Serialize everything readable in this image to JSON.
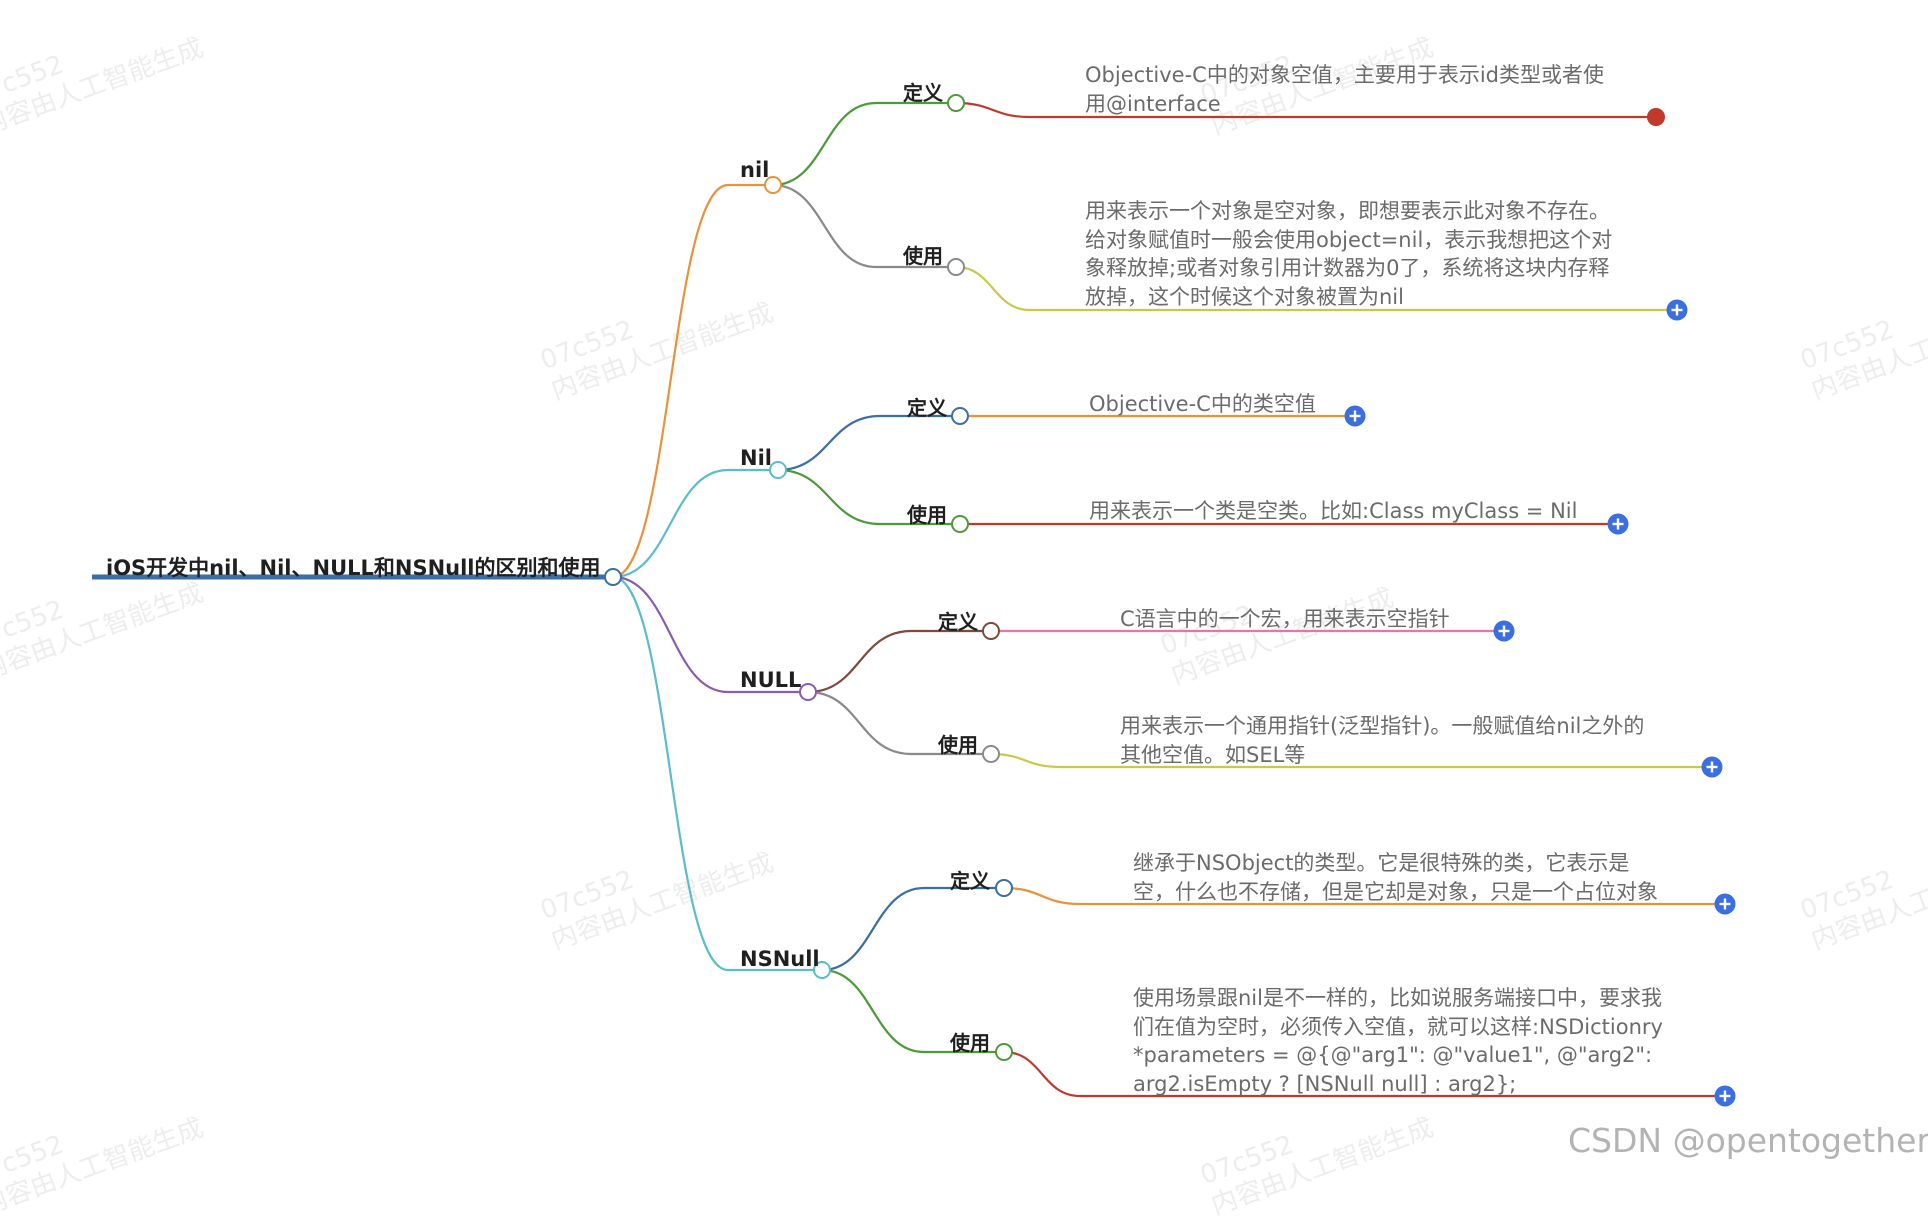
{
  "root": {
    "label": "iOS开发中nil、Nil、NULL和NSNull的区别和使用"
  },
  "branches": [
    {
      "label": "nil",
      "children": [
        {
          "label": "定义",
          "text": "Objective-C中的对象空值，主要用于表示id类型或者使\n用@interface",
          "end_marker": "dot"
        },
        {
          "label": "使用",
          "text": "用来表示一个对象是空对象，即想要表示此对象不存在。\n给对象赋值时一般会使用object=nil，表示我想把这个对\n象释放掉;或者对象引用计数器为0了，系统将这块内存释\n放掉，这个时候这个对象被置为nil",
          "end_marker": "plus"
        }
      ]
    },
    {
      "label": "Nil",
      "children": [
        {
          "label": "定义",
          "text": "Objective-C中的类空值",
          "end_marker": "plus"
        },
        {
          "label": "使用",
          "text": "用来表示一个类是空类。比如:Class myClass = Nil",
          "end_marker": "plus"
        }
      ]
    },
    {
      "label": "NULL",
      "children": [
        {
          "label": "定义",
          "text": "C语言中的一个宏，用来表示空指针",
          "end_marker": "plus"
        },
        {
          "label": "使用",
          "text": "用来表示一个通用指针(泛型指针)。一般赋值给nil之外的\n其他空值。如SEL等",
          "end_marker": "plus"
        }
      ]
    },
    {
      "label": "NSNull",
      "children": [
        {
          "label": "定义",
          "text": "继承于NSObject的类型。它是很特殊的类，它表示是\n空，什么也不存储，但是它却是对象，只是一个占位对象",
          "end_marker": "plus"
        },
        {
          "label": "使用",
          "text": "使用场景跟nil是不一样的，比如说服务端接口中，要求我\n们在值为空时，必须传入空值，就可以这样:NSDictionry\n*parameters = @{@\"arg1\": @\"value1\", @\"arg2\":\narg2.isEmpty ? [NSNull null] : arg2};",
          "end_marker": "plus"
        }
      ]
    }
  ],
  "watermark": {
    "line1": "07c552",
    "line2": "内容由人工智能生成"
  },
  "credit": "CSDN @opentogether",
  "colors": {
    "root_line": "#3a6ea5",
    "branch_nil": "#e9923a",
    "branch_Nil": "#5bbccb",
    "branch_NULL": "#8a5bb0",
    "branch_NSNull": "#5bbccb",
    "leaf_green": "#4c9a3a",
    "leaf_gray": "#8a8a8a",
    "leaf_blue": "#3a6ea5",
    "leaf_brown": "#7a4a3a",
    "line_red": "#c0392b",
    "line_yellow": "#c8c84a",
    "line_orange": "#e9923a",
    "line_pink": "#e377a8",
    "plus_blue": "#3b6fe0",
    "red_dot": "#c0392b"
  },
  "icons": {
    "expand": "plus-circle-icon",
    "collapse": "filled-dot-icon"
  }
}
